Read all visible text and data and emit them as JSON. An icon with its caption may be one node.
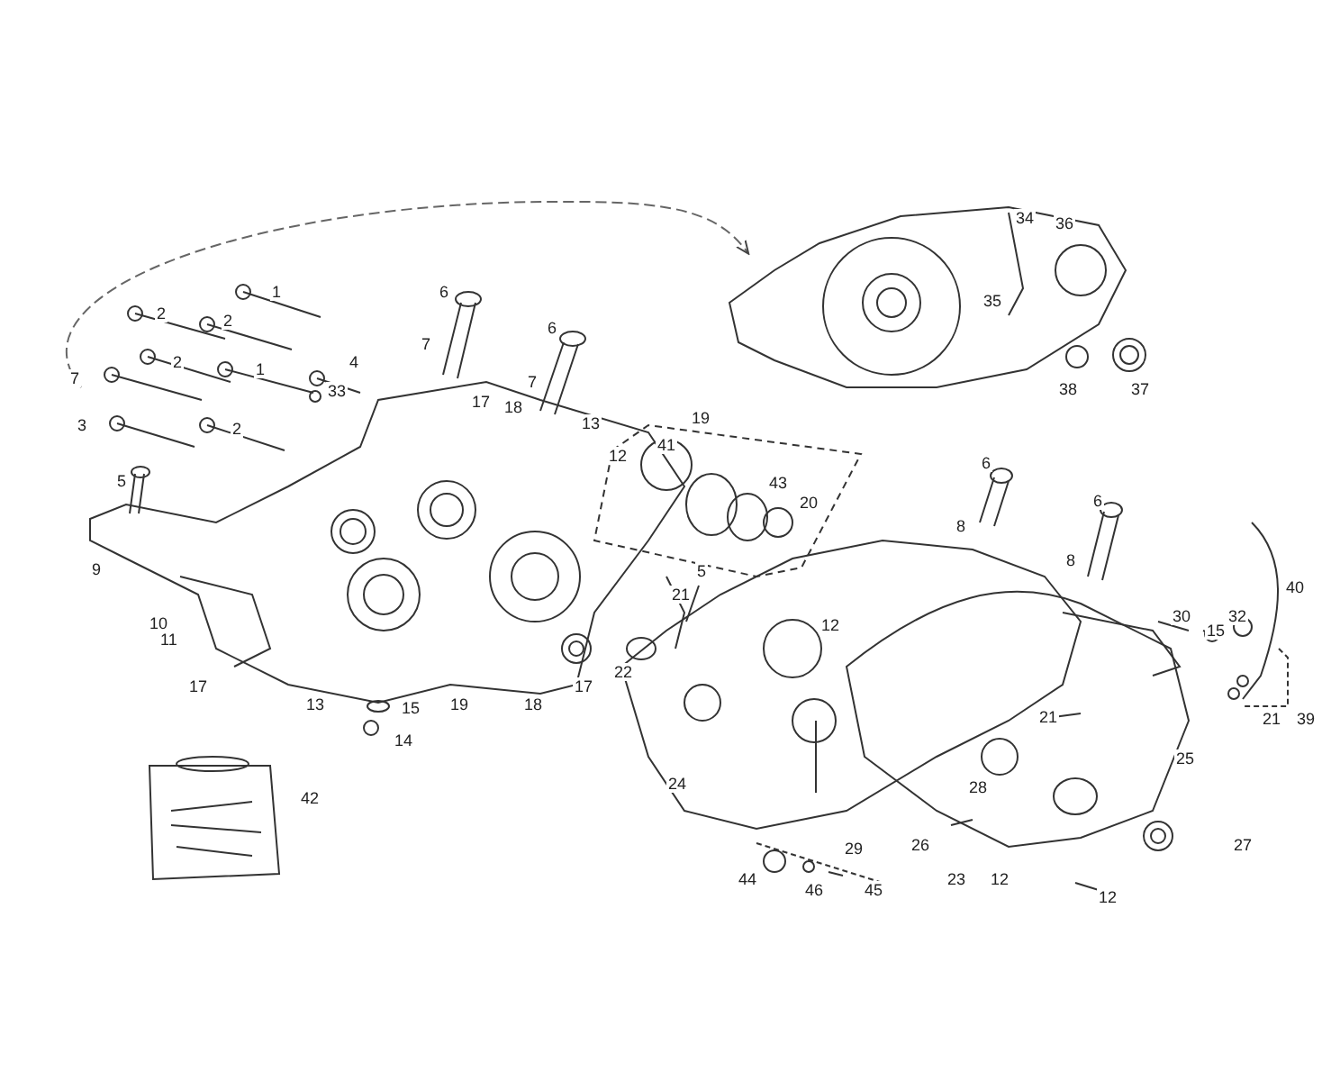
{
  "diagram": {
    "labels": [
      "34",
      "36",
      "35",
      "38",
      "37",
      "1",
      "2",
      "6",
      "2",
      "6",
      "2",
      "1",
      "4",
      "7",
      "7",
      "7",
      "33",
      "3",
      "2",
      "17",
      "18",
      "13",
      "12",
      "19",
      "41",
      "43",
      "20",
      "5",
      "9",
      "10",
      "11",
      "17",
      "13",
      "15",
      "19",
      "18",
      "17",
      "22",
      "14",
      "21",
      "5",
      "12",
      "6",
      "8",
      "6",
      "8",
      "40",
      "30",
      "32",
      "15",
      "21",
      "21",
      "39",
      "24",
      "28",
      "25",
      "29",
      "26",
      "27",
      "23",
      "12",
      "12",
      "44",
      "46",
      "45",
      "42"
    ]
  }
}
